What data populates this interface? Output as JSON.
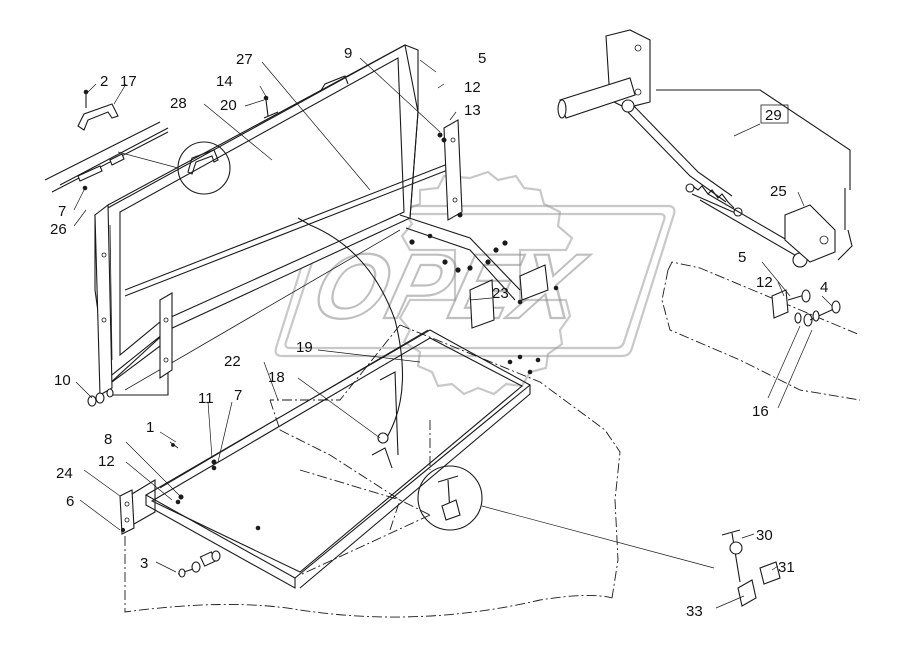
{
  "diagram": {
    "watermark_text": "OPEX",
    "callouts": {
      "c1": "1",
      "c2": "2",
      "c3": "3",
      "c4": "4",
      "c5a": "5",
      "c5b": "5",
      "c6": "6",
      "c7a": "7",
      "c7b": "7",
      "c8": "8",
      "c9": "9",
      "c10": "10",
      "c11": "11",
      "c12a": "12",
      "c12b": "12",
      "c12c": "12",
      "c13": "13",
      "c14": "14",
      "c16": "16",
      "c17": "17",
      "c18": "18",
      "c19": "19",
      "c20": "20",
      "c22": "22",
      "c23": "23",
      "c24": "24",
      "c25": "25",
      "c26": "26",
      "c27": "27",
      "c28": "28",
      "c29": "29",
      "c30": "30",
      "c31": "31",
      "c33": "33"
    }
  }
}
